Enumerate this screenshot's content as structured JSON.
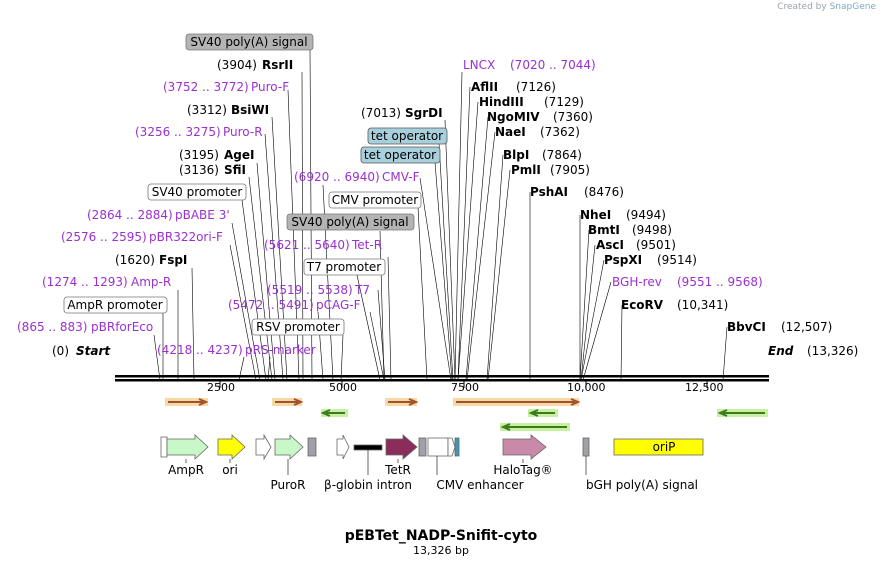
{
  "credit": {
    "created_by": "Created by",
    "brand": "SnapGene"
  },
  "title": {
    "name": "pEBTet_NADP-Snifit-cyto",
    "length": "13,326 bp"
  },
  "ends": {
    "start": "Start",
    "start_pos": "(0)",
    "end": "End",
    "end_pos": "(13,326)"
  },
  "axis": {
    "ticks": [
      "2500",
      "5000",
      "7500",
      "10,000",
      "12,500"
    ]
  },
  "enzymes": [
    {
      "name": "RsrII",
      "pos": "(3904)"
    },
    {
      "name": "BsiWI",
      "pos": "(3312)"
    },
    {
      "name": "AgeI",
      "pos": "(3195)"
    },
    {
      "name": "SfiI",
      "pos": "(3136)"
    },
    {
      "name": "FspI",
      "pos": "(1620)"
    },
    {
      "name": "SgrDI",
      "pos": "(7013)"
    },
    {
      "name": "AflII",
      "pos": "(7126)"
    },
    {
      "name": "HindIII",
      "pos": "(7129)"
    },
    {
      "name": "NgoMIV",
      "pos": "(7360)"
    },
    {
      "name": "NaeI",
      "pos": "(7362)"
    },
    {
      "name": "BlpI",
      "pos": "(7864)"
    },
    {
      "name": "PmlI",
      "pos": "(7905)"
    },
    {
      "name": "PshAI",
      "pos": "(8476)"
    },
    {
      "name": "NheI",
      "pos": "(9494)"
    },
    {
      "name": "BmtI",
      "pos": "(9498)"
    },
    {
      "name": "AscI",
      "pos": "(9501)"
    },
    {
      "name": "PspXI",
      "pos": "(9514)"
    },
    {
      "name": "EcoRV",
      "pos": "(10,341)"
    },
    {
      "name": "BbvCI",
      "pos": "(12,507)"
    }
  ],
  "primers": [
    {
      "name": "Puro-F",
      "pos": "(3752 .. 3772)"
    },
    {
      "name": "Puro-R",
      "pos": "(3256 .. 3275)"
    },
    {
      "name": "pBABE 3'",
      "pos": "(2864 .. 2884)"
    },
    {
      "name": "pBR322ori-F",
      "pos": "(2576 .. 2595)"
    },
    {
      "name": "Amp-R",
      "pos": "(1274 .. 1293)"
    },
    {
      "name": "pBRforEco",
      "pos": "(865 .. 883)"
    },
    {
      "name": "pRS-marker",
      "pos": "(4218 .. 4237)"
    },
    {
      "name": "pCAG-F",
      "pos": "(5472 .. 5491)"
    },
    {
      "name": "T7",
      "pos": "(5519 .. 5538)"
    },
    {
      "name": "Tet-R",
      "pos": "(5621 .. 5640)"
    },
    {
      "name": "CMV-F",
      "pos": "(6920 .. 6940)"
    },
    {
      "name": "LNCX",
      "pos": "(7020 .. 7044)"
    },
    {
      "name": "BGH-rev",
      "pos": "(9551 .. 9568)"
    }
  ],
  "feature_boxes": [
    {
      "name": "SV40 poly(A) signal"
    },
    {
      "name": "SV40 promoter"
    },
    {
      "name": "AmpR promoter"
    },
    {
      "name": "tet operator"
    },
    {
      "name": "tet operator"
    },
    {
      "name": "CMV promoter"
    },
    {
      "name": "SV40 poly(A) signal"
    },
    {
      "name": "T7 promoter"
    },
    {
      "name": "RSV promoter"
    }
  ],
  "features": [
    {
      "name": "AmpR",
      "color": "#c8f7c8"
    },
    {
      "name": "ori",
      "color": "#ffff00"
    },
    {
      "name": "PuroR",
      "color": "#c8f7c8"
    },
    {
      "name": "β-globin intron",
      "color": "#ffffff"
    },
    {
      "name": "TetR",
      "color": "#8b2d5a"
    },
    {
      "name": "CMV enhancer",
      "color": "#ffffff"
    },
    {
      "name": "HaloTag®",
      "color": "#c88aa8"
    },
    {
      "name": "bGH poly(A) signal",
      "color": "#a0a0a8"
    },
    {
      "name": "oriP",
      "color": "#ffff00"
    }
  ]
}
